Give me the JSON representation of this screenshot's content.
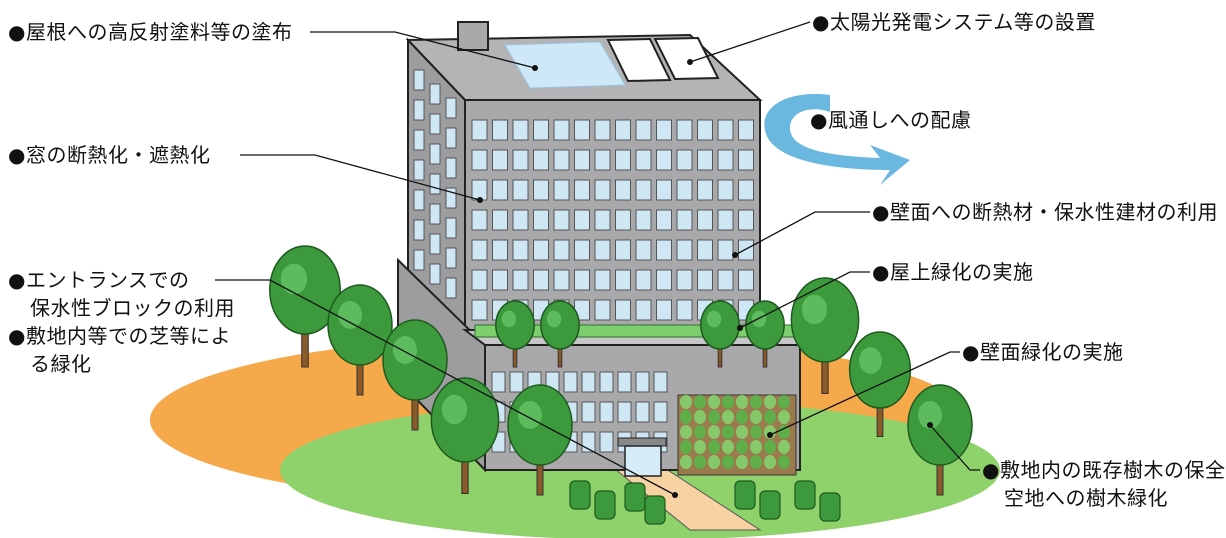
{
  "labels": {
    "roof_coating": "●屋根への高反射塗料等の塗布",
    "solar": "●太陽光発電システム等の設置",
    "ventilation": "●風通しへの配慮",
    "window": "●窓の断熱化・遮熱化",
    "wall_insulation": "●壁面への断熱材・保水性建材の利用",
    "rooftop_green": "●屋上緑化の実施",
    "entrance_line1": "●エントランスでの",
    "entrance_line2": "保水性ブロックの利用",
    "lawn_line1": "●敷地内等での芝等によ",
    "lawn_line2": "る緑化",
    "wall_green": "●壁面緑化の実施",
    "trees_line1": "●敷地内の既存樹木の保全",
    "trees_line2": "空地への樹木緑化"
  },
  "colors": {
    "ground_orange": "#f6a94a",
    "ground_green": "#8fd16a",
    "building": "#a9a9ab",
    "window": "#cfe6f5",
    "tree_green": "#3c9a3c",
    "trunk": "#8a5a2b",
    "arrow_blue": "#6ab7e0"
  }
}
